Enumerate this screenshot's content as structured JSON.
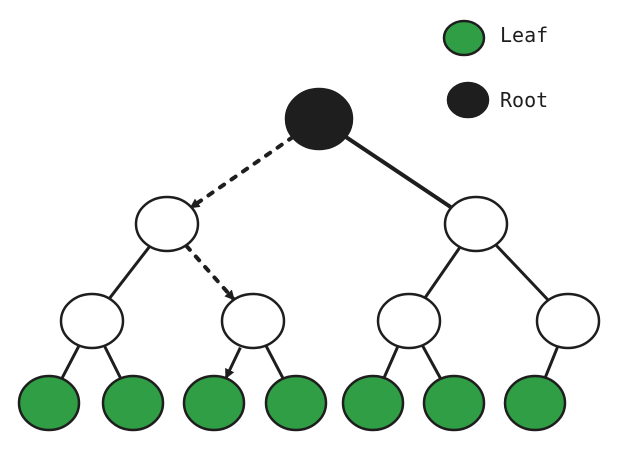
{
  "colors": {
    "leaf": "#2f9e44",
    "root": "#1e1e1e",
    "internal": "#ffffff",
    "stroke": "#1e1e1e"
  },
  "legend": [
    {
      "label": "Leaf",
      "kind": "leaf"
    },
    {
      "label": "Root",
      "kind": "root"
    }
  ],
  "tree": {
    "nodes": [
      {
        "id": "root",
        "kind": "root"
      },
      {
        "id": "l1-left",
        "kind": "internal"
      },
      {
        "id": "l1-right",
        "kind": "internal"
      },
      {
        "id": "l2-a",
        "kind": "internal"
      },
      {
        "id": "l2-b",
        "kind": "internal"
      },
      {
        "id": "l2-c",
        "kind": "internal"
      },
      {
        "id": "l2-d",
        "kind": "internal"
      },
      {
        "id": "leaf-1",
        "kind": "leaf"
      },
      {
        "id": "leaf-2",
        "kind": "leaf"
      },
      {
        "id": "leaf-3",
        "kind": "leaf"
      },
      {
        "id": "leaf-4",
        "kind": "leaf"
      },
      {
        "id": "leaf-5",
        "kind": "leaf"
      },
      {
        "id": "leaf-6",
        "kind": "leaf"
      },
      {
        "id": "leaf-7",
        "kind": "leaf"
      }
    ],
    "edges": [
      {
        "from": "root",
        "to": "l1-left",
        "style": "dotted-arrow"
      },
      {
        "from": "root",
        "to": "l1-right",
        "style": "solid"
      },
      {
        "from": "l1-left",
        "to": "l2-a",
        "style": "solid"
      },
      {
        "from": "l1-left",
        "to": "l2-b",
        "style": "dotted-arrow"
      },
      {
        "from": "l1-right",
        "to": "l2-c",
        "style": "solid"
      },
      {
        "from": "l1-right",
        "to": "l2-d",
        "style": "solid"
      },
      {
        "from": "l2-a",
        "to": "leaf-1",
        "style": "solid"
      },
      {
        "from": "l2-a",
        "to": "leaf-2",
        "style": "solid"
      },
      {
        "from": "l2-b",
        "to": "leaf-3",
        "style": "arrow"
      },
      {
        "from": "l2-b",
        "to": "leaf-4",
        "style": "solid"
      },
      {
        "from": "l2-c",
        "to": "leaf-5",
        "style": "solid"
      },
      {
        "from": "l2-c",
        "to": "leaf-6",
        "style": "solid"
      },
      {
        "from": "l2-d",
        "to": "leaf-7",
        "style": "solid"
      }
    ]
  }
}
